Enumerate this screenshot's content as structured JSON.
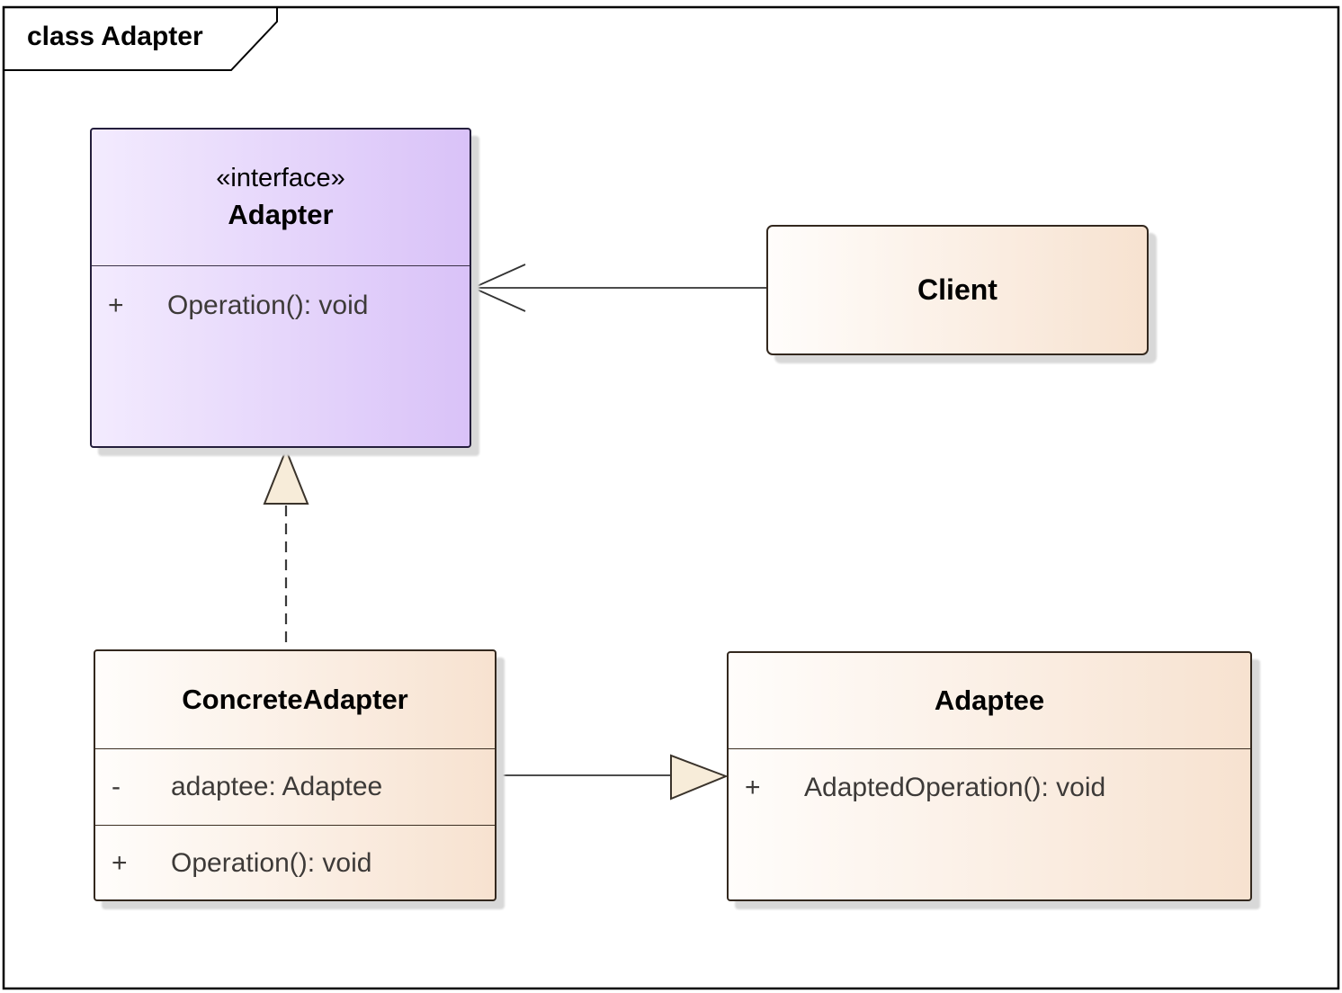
{
  "frame": {
    "label": "class Adapter",
    "type": "uml-class-diagram-frame"
  },
  "classes": {
    "adapter": {
      "stereotype": "«interface»",
      "name": "Adapter",
      "operations": [
        {
          "visibility": "+",
          "signature": "Operation(): void"
        }
      ]
    },
    "client": {
      "name": "Client"
    },
    "concrete_adapter": {
      "name": "ConcreteAdapter",
      "attributes": [
        {
          "visibility": "-",
          "signature": "adaptee: Adaptee"
        }
      ],
      "operations": [
        {
          "visibility": "+",
          "signature": "Operation(): void"
        }
      ]
    },
    "adaptee": {
      "name": "Adaptee",
      "operations": [
        {
          "visibility": "+",
          "signature": "AdaptedOperation(): void"
        }
      ]
    }
  },
  "relationships": [
    {
      "from": "Client",
      "to": "Adapter",
      "type": "association",
      "line": "solid",
      "arrowhead": "open-arrow"
    },
    {
      "from": "ConcreteAdapter",
      "to": "Adapter",
      "type": "realization",
      "line": "dashed",
      "arrowhead": "hollow-triangle"
    },
    {
      "from": "ConcreteAdapter",
      "to": "Adaptee",
      "type": "association",
      "line": "solid",
      "arrowhead": "hollow-triangle"
    }
  ],
  "colors": {
    "interface_gradient_left": "#f3ebfe",
    "interface_gradient_right": "#d9c2f8",
    "class_gradient_left": "#fffdfb",
    "class_gradient_right": "#f7e2d0",
    "triangle_fill": "#f7ecd9",
    "shadow": "#d8d8d8",
    "line": "#333333",
    "member_text": "#3d3a38",
    "frame_border": "#000000"
  }
}
